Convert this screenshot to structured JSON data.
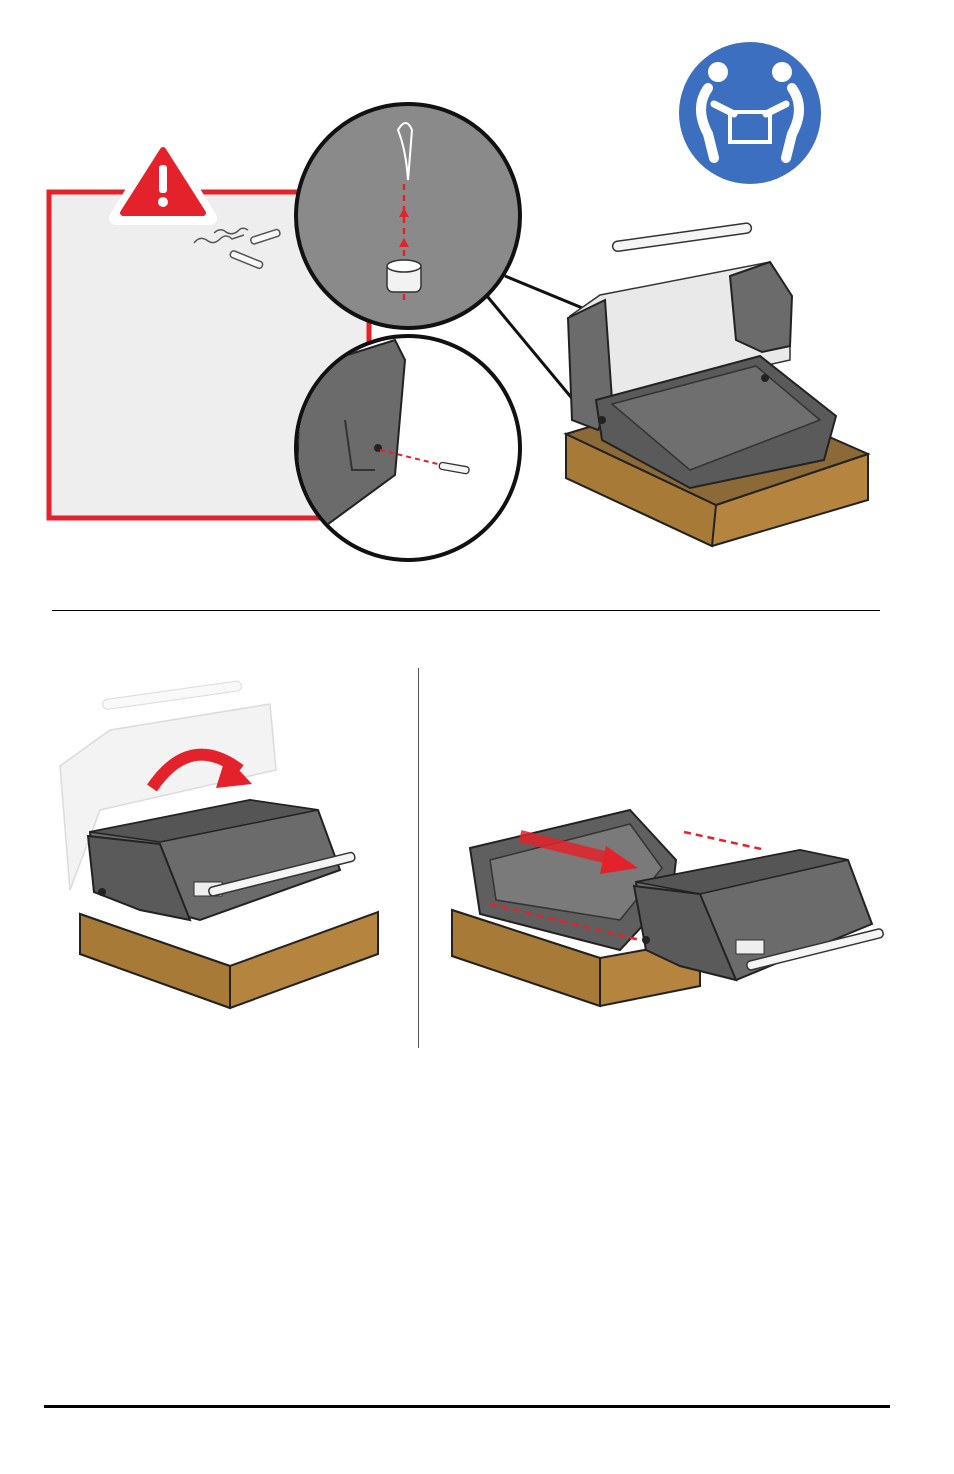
{
  "page": {
    "type": "assembly-instructions",
    "text_visible": false
  },
  "colors": {
    "warning_red": "#e3222b",
    "warning_panel_bg": "#eeeeee",
    "detail_circle_bg": "#8a8a8a",
    "grill_body": "#6b6b6b",
    "grill_dark": "#4a4a4a",
    "box_cardboard": "#b5843f",
    "team_lift_blue": "#3c6fbf",
    "motion_arrow_red": "#e3222b",
    "rule_line": "#000000"
  },
  "icons": {
    "warning": "warning-triangle-icon",
    "team_lift": "two-person-lift-icon",
    "hitch_pin": "hitch-pin-clip-icon",
    "clevis_pin": "clevis-pin-icon"
  },
  "steps": [
    {
      "id": "remove-pins",
      "illustration": "lid-hinge-pin-removal"
    },
    {
      "id": "close-lid",
      "illustration": "rotate-lid-closed"
    },
    {
      "id": "slide-lid-off",
      "illustration": "slide-lid-from-cookbox"
    }
  ]
}
